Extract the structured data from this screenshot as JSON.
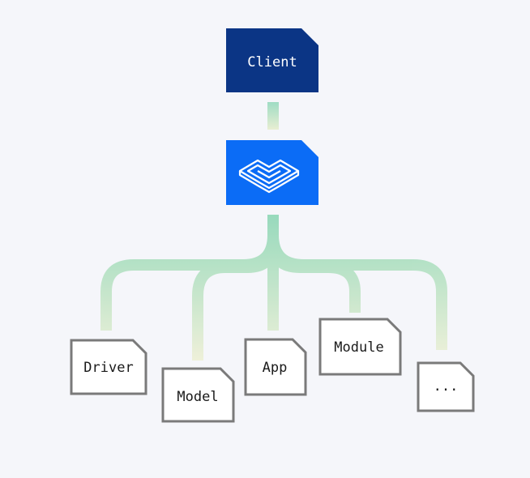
{
  "client": {
    "label": "Client",
    "fill": "#0b3585",
    "text_color": "#ffffff"
  },
  "hub": {
    "icon": "layered-stack-logo-icon",
    "fill": "#0b6cf6"
  },
  "connector_colors": {
    "top": "#9fdcc4",
    "bottom": "#e8eed2"
  },
  "nodes": [
    {
      "id": "driver",
      "label": "Driver"
    },
    {
      "id": "model",
      "label": "Model"
    },
    {
      "id": "app",
      "label": "App"
    },
    {
      "id": "module",
      "label": "Module"
    },
    {
      "id": "more",
      "label": "..."
    }
  ],
  "node_style": {
    "fill": "#ffffff",
    "stroke": "#7a7a7a",
    "text_color": "#1a1a1a"
  }
}
